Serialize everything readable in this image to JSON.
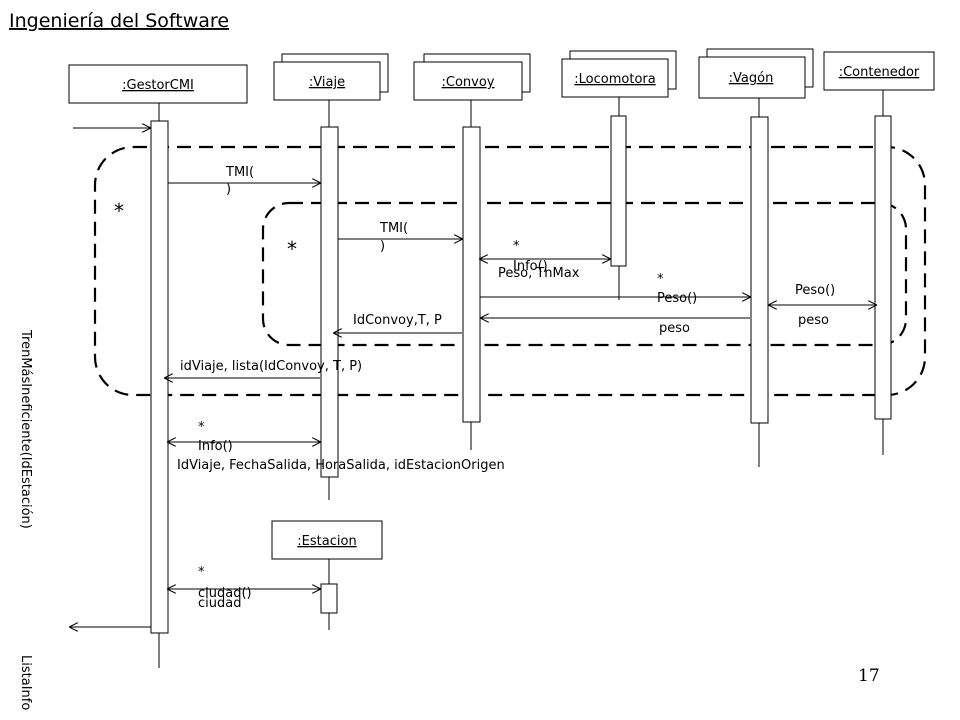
{
  "title": "Ingeniería del Software",
  "page_number": "17",
  "side_labels": {
    "operation": "TrenMásIneficiente(IdEstación)",
    "result": "ListaInfo"
  },
  "objects": {
    "gestor": ":GestorCMI",
    "viaje": ":Viaje",
    "convoy": ":Convoy",
    "locomotora": ":Locomotora",
    "vagon": ":Vagón",
    "contenedor": ":Contenedor",
    "estacion": ":Estacion"
  },
  "loop_markers": {
    "outer": "*",
    "inner": "*"
  },
  "messages": {
    "tmi_viaje_a": "TMI(",
    "tmi_viaje_b": ")",
    "tmi_convoy_a": "TMI(",
    "tmi_convoy_b": ")",
    "info_loco_star": "*",
    "info_loco": "Info()",
    "info_loco_return": "Peso, TnMax",
    "peso_vagon_star": "*",
    "peso_vagon": "Peso()",
    "peso_vagon_return": "peso",
    "peso_contenedor": "Peso()",
    "peso_contenedor_return": "peso",
    "convoy_return": "IdConvoy,T, P",
    "viaje_return": "idViaje, lista(IdConvoy, T, P)",
    "info_viaje_star": "*",
    "info_viaje": "Info()",
    "info_viaje_return": "IdViaje, FechaSalida, HoraSalida, idEstacionOrigen",
    "ciudad_star": "*",
    "ciudad": "ciudad()",
    "ciudad_return": "ciudad"
  }
}
